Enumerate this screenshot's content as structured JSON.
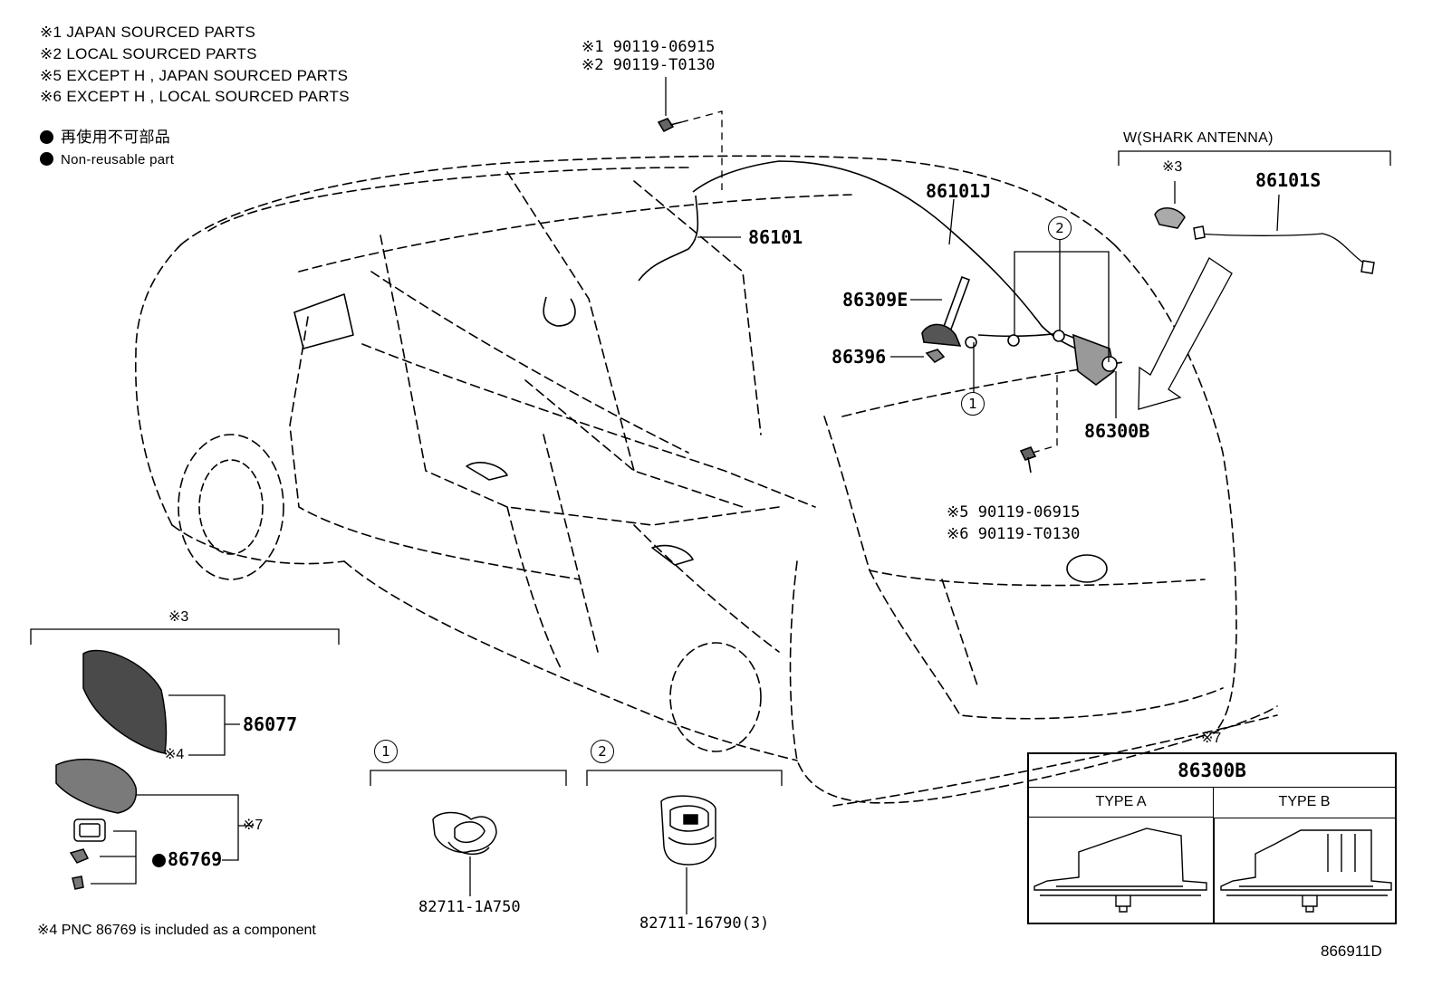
{
  "legend": {
    "l1": "※1 JAPAN SOURCED PARTS",
    "l2": "※2 LOCAL SOURCED PARTS",
    "l5": "※5 EXCEPT H , JAPAN SOURCED PARTS",
    "l6": "※6 EXCEPT H , LOCAL SOURCED PARTS",
    "nonreusable_jp": "再使用不可部品",
    "nonreusable_en": "Non-reusable part"
  },
  "top_bolt": {
    "line1": "※1 90119-06915",
    "line2": "※2 90119-T0130"
  },
  "lower_bolt": {
    "line1": "※5 90119-06915",
    "line2": "※6 90119-T0130"
  },
  "parts": {
    "p86101J": "86101J",
    "p86101": "86101",
    "p86309E": "86309E",
    "p86396": "86396",
    "p86300B": "86300B",
    "p86101S": "86101S",
    "p86077": "86077",
    "p86769": "86769",
    "p82711_1A750": "82711-1A750",
    "p82711_16790": "82711-16790(3)"
  },
  "shark": {
    "title": "W(SHARK ANTENNA)",
    "mark": "※3"
  },
  "panel_left": {
    "mark": "※3",
    "mark4": "※4",
    "mark7": "※7"
  },
  "callouts": {
    "c1": "1",
    "c2": "2"
  },
  "inset": {
    "mark": "※7",
    "title": "86300B",
    "type_a": "TYPE A",
    "type_b": "TYPE B"
  },
  "footnote": "※4 PNC 86769 is included as a component",
  "diagram_id": "866911D"
}
